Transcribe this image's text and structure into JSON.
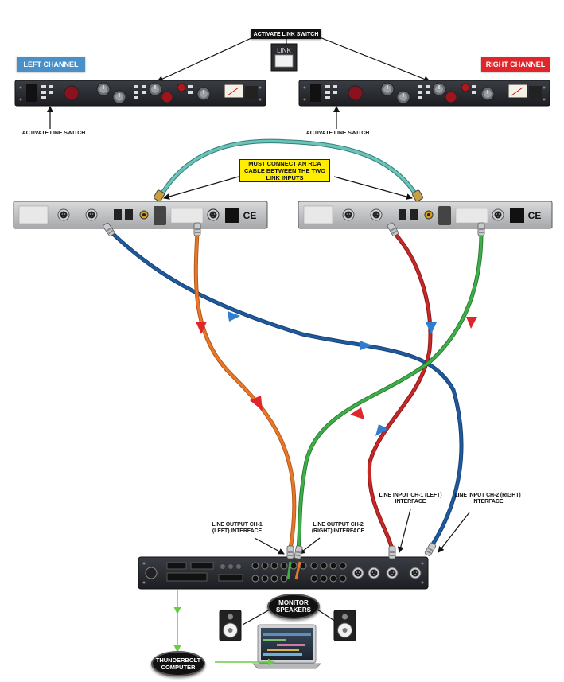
{
  "labels": {
    "activate_link_switch": "ACTIVATE LINK SWITCH",
    "link_button": "LINK",
    "left_channel": "LEFT CHANNEL",
    "right_channel": "RIGHT CHANNEL",
    "activate_line_switch_left": "ACTIVATE LINE SWITCH",
    "activate_line_switch_right": "ACTIVATE LINE SWITCH",
    "rca_note": "MUST CONNECT AN RCA CABLE BETWEEN THE TWO LINK INPUTS",
    "line_output_ch1": "LINE OUTPUT  CH-1 (LEFT) INTERFACE",
    "line_output_ch2": "LINE OUTPUT  CH-2 (RIGHT) INTERFACE",
    "line_input_ch1": "LINE INPUT CH-1 (LEFT) INTERFACE",
    "line_input_ch2": "LINE INPUT CH-2 (RIGHT) INTERFACE",
    "monitor_speakers": "MONITOR SPEAKERS",
    "thunderbolt_computer": "THUNDERBOLT COMPUTER",
    "ce_mark": "CE"
  },
  "colors": {
    "left_channel_tag": "#4a90c8",
    "right_channel_tag": "#e0262a",
    "note_fill": "#ffee00",
    "cable_orange": "#e8772a",
    "cable_blue": "#1f5a9e",
    "cable_red": "#c62828",
    "cable_green": "#3fae49",
    "cable_teal": "#6cc3b8",
    "arrow_green": "#6ccb45"
  }
}
